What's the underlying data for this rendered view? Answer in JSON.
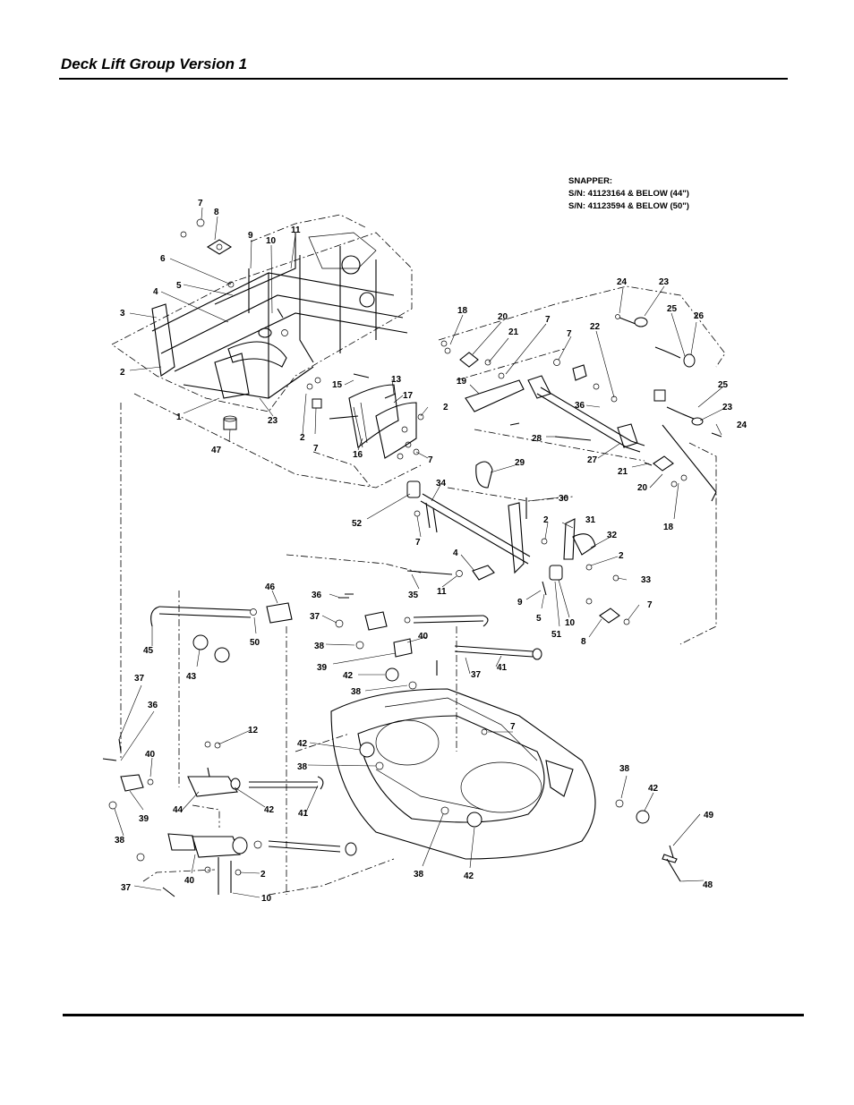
{
  "header": {
    "title": "Deck Lift Group Version 1"
  },
  "note": [
    "SNAPPER:",
    "S/N: 41123164 & BELOW (44\")",
    "S/N: 41123594 & BELOW (50\")"
  ],
  "callouts": {
    "c7a": "7",
    "c8a": "8",
    "c9a": "9",
    "c10a": "10",
    "c11a": "11",
    "c6": "6",
    "c5a": "5",
    "c4a": "4",
    "c3": "3",
    "c2a": "2",
    "c1": "1",
    "c47": "47",
    "c23a": "23",
    "c2b": "2",
    "c7b": "7",
    "c15": "15",
    "c13": "13",
    "c17": "17",
    "c2c": "2",
    "c16": "16",
    "c7c": "7",
    "c18a": "18",
    "c20a": "20",
    "c21a": "21",
    "c7d": "7",
    "c19": "19",
    "c7e": "7",
    "c22": "22",
    "c36a": "36",
    "c28": "28",
    "c27": "27",
    "c21b": "21",
    "c20b": "20",
    "c18b": "18",
    "c24a": "24",
    "c23b": "23",
    "c25a": "25",
    "c26": "26",
    "c25b": "25",
    "c23c": "23",
    "c24b": "24",
    "c29": "29",
    "c34": "34",
    "c52": "52",
    "c7f": "7",
    "c30": "30",
    "c31": "31",
    "c2d": "2",
    "c32": "32",
    "c2e": "2",
    "c33": "33",
    "c4b": "4",
    "c35": "35",
    "c11b": "11",
    "c9b": "9",
    "c5b": "5",
    "c10b": "10",
    "c51": "51",
    "c7g": "7",
    "c8b": "8",
    "c46": "46",
    "c45": "45",
    "c50": "50",
    "c43": "43",
    "c36b": "36",
    "c37a": "37",
    "c38a": "38",
    "c40a": "40",
    "c39a": "39",
    "c42a": "42",
    "c37b": "37",
    "c41a": "41",
    "c38b": "38",
    "c37c": "37",
    "c36c": "36",
    "c12": "12",
    "c40b": "40",
    "c39b": "39",
    "c38c": "38",
    "c44": "44",
    "c42b": "42",
    "c41b": "41",
    "c40c": "40",
    "c37d": "37",
    "c2f": "2",
    "c10c": "10",
    "c42c": "42",
    "c38d": "38",
    "c7h": "7",
    "c38e": "38",
    "c42d": "42",
    "c49": "49",
    "c48": "48",
    "c38f": "38",
    "c42e": "42"
  }
}
